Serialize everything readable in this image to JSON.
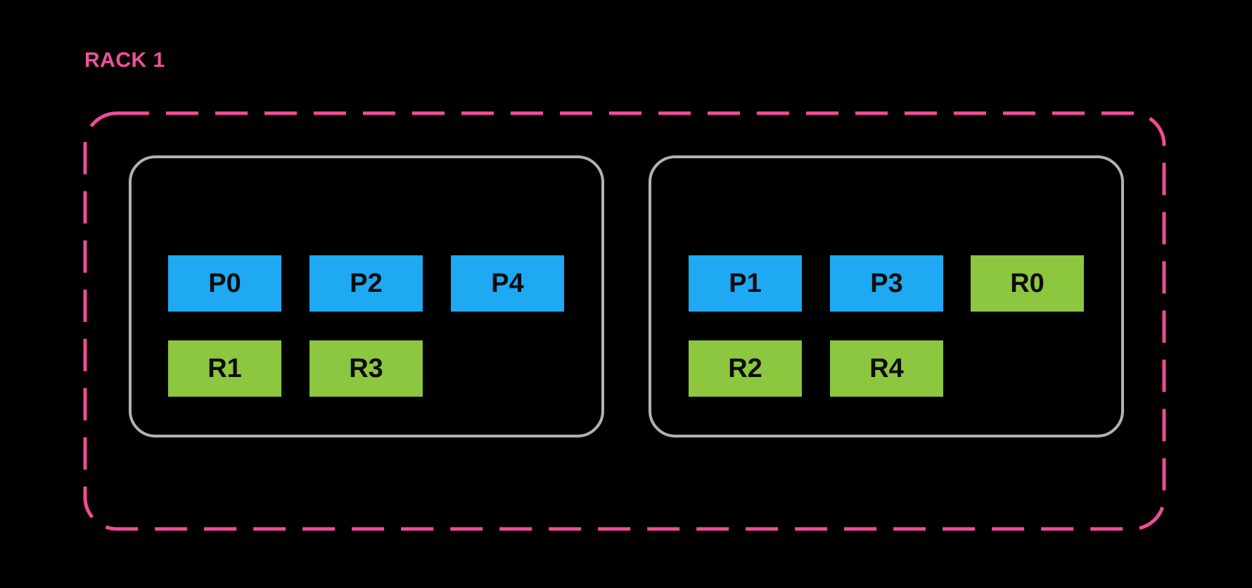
{
  "colors": {
    "background": "#000000",
    "rack_border": "#ee4d97",
    "rack_title": "#f0519b",
    "node_border": "#b2b2b4",
    "primary": "#1ea9f2",
    "replica": "#8dc63f",
    "block_text": "#0c0c0c"
  },
  "rack": {
    "title": "RACK 1",
    "nodes": [
      {
        "blocks": [
          {
            "label": "P0",
            "type": "primary"
          },
          {
            "label": "P2",
            "type": "primary"
          },
          {
            "label": "P4",
            "type": "primary"
          },
          {
            "label": "R1",
            "type": "replica"
          },
          {
            "label": "R3",
            "type": "replica"
          }
        ]
      },
      {
        "blocks": [
          {
            "label": "P1",
            "type": "primary"
          },
          {
            "label": "P3",
            "type": "primary"
          },
          {
            "label": "R0",
            "type": "replica"
          },
          {
            "label": "R2",
            "type": "replica"
          },
          {
            "label": "R4",
            "type": "replica"
          }
        ]
      }
    ]
  }
}
